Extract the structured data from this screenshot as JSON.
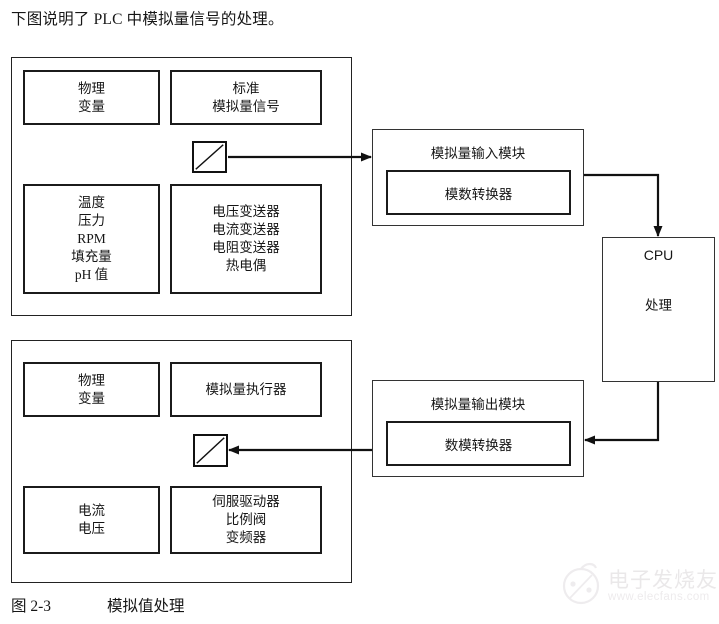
{
  "intro": {
    "text": "下图说明了 PLC 中模拟量信号的处理。"
  },
  "caption": {
    "number": "图 2-3",
    "text": "模拟值处理"
  },
  "input_panel": {
    "name": "analog-input-field-panel",
    "physical_variable": "物理\n变量",
    "physical_variable_line1": "物理",
    "physical_variable_line2": "变量",
    "standard_signal_line1": "标准",
    "standard_signal_line2": "模拟量信号",
    "variables_list": "温度\n压力\nRPM\n填充量\npH 值",
    "variables": [
      "温度",
      "压力",
      "RPM",
      "填充量",
      "pH 值"
    ],
    "transmitters": [
      "电压变送器",
      "电流变送器",
      "电阻变送器",
      "热电偶"
    ],
    "transducer_icon": "transducer-diagonal-icon"
  },
  "output_panel": {
    "name": "analog-output-field-panel",
    "physical_variable_line1": "物理",
    "physical_variable_line2": "变量",
    "actuator_label": "模拟量执行器",
    "signals": [
      "电流",
      "电压"
    ],
    "actuators": [
      "伺服驱动器",
      "比例阀",
      "变频器"
    ],
    "transducer_icon": "transducer-diagonal-icon"
  },
  "input_module": {
    "title": "模拟量输入模块",
    "converter": "模数转换器"
  },
  "output_module": {
    "title": "模拟量输出模块",
    "converter": "数模转换器"
  },
  "cpu": {
    "title": "CPU",
    "subtitle": "处理"
  },
  "watermark": {
    "text": "电子发烧友",
    "url": "www.elecfans.com"
  },
  "colors": {
    "line": "#1b1b1b",
    "panel_border": "#222222",
    "background": "#ffffff",
    "text": "#161616"
  }
}
